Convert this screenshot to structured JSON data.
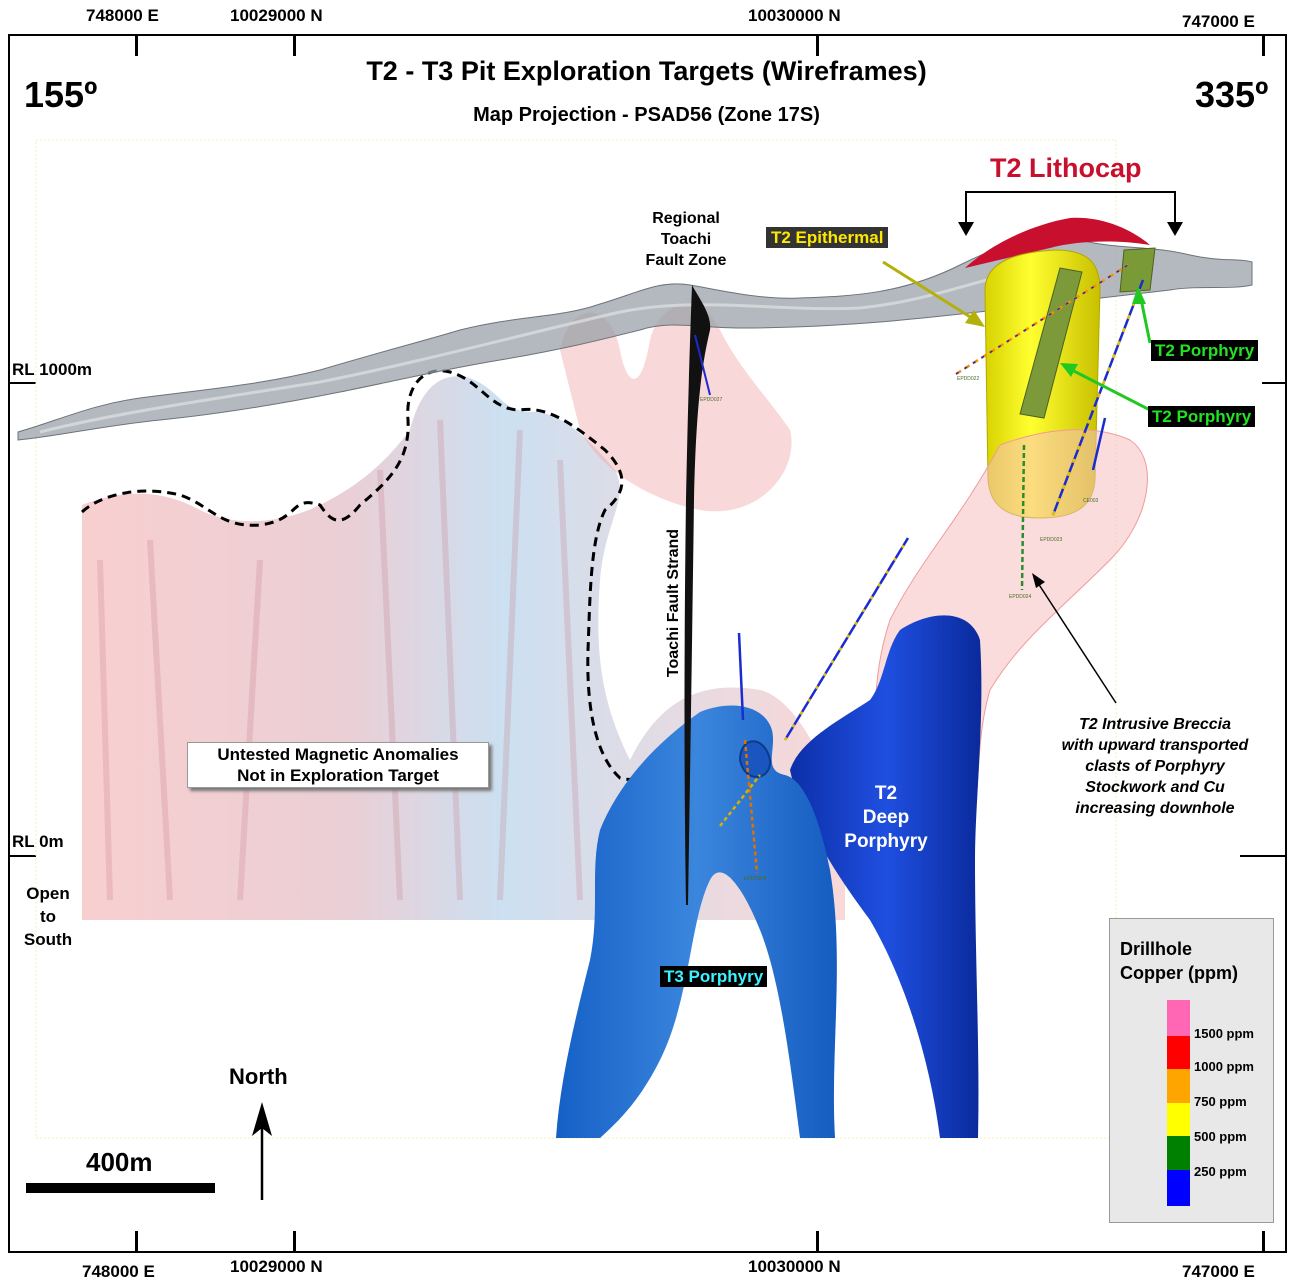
{
  "coords": {
    "top": {
      "e_left": "748000 E",
      "n_left": "10029000 N",
      "n_mid": "10030000 N",
      "e_right": "747000 E"
    },
    "bottom": {
      "e_left": "748000 E",
      "n_left": "10029000 N",
      "n_mid": "10030000 N",
      "e_right": "747000 E"
    }
  },
  "title": "T2 - T3  Pit Exploration Targets (Wireframes)",
  "subtitle": "Map Projection - PSAD56 (Zone 17S)",
  "azimuth": {
    "left": "155º",
    "right": "335º"
  },
  "rl": {
    "upper": "RL  1000m",
    "lower": "RL  0m"
  },
  "open_to_south": [
    "Open",
    "to",
    "South"
  ],
  "labels": {
    "lithocap": "T2 Lithocap",
    "epithermal": "T2 Epithermal",
    "porphyry_1": "T2 Porphyry",
    "porphyry_2": "T2 Porphyry",
    "regional_fault": [
      "Regional",
      "Toachi",
      "Fault Zone"
    ],
    "fault_strand": "Toachi Fault Strand",
    "magnetic": [
      "Untested Magnetic Anomalies",
      "Not in Exploration Target"
    ],
    "deep_porphyry": [
      "T2",
      "Deep",
      "Porphyry"
    ],
    "t3_porphyry": "T3 Porphyry",
    "breccia": [
      "T2 Intrusive Breccia",
      "with upward transported",
      "clasts of Porphyry",
      "Stockwork and Cu",
      "increasing downhole"
    ]
  },
  "drillholes": [
    "EPDD027",
    "EPDD022",
    "EPDD023",
    "EPDD024",
    "EPDD028",
    "CE003"
  ],
  "north_label": "North",
  "scale_label": "400m",
  "legend": {
    "title": [
      "Drillhole",
      "Copper (ppm)"
    ],
    "items": [
      {
        "label": "1500 ppm",
        "color": "#ff66b3"
      },
      {
        "label": "1000 ppm",
        "color": "#ff0000"
      },
      {
        "label": "750 ppm",
        "color": "#ffa500"
      },
      {
        "label": "500 ppm",
        "color": "#ffff00"
      },
      {
        "label": "250 ppm",
        "color": "#008000"
      },
      {
        "label": "",
        "color": "#0000ff"
      }
    ]
  }
}
